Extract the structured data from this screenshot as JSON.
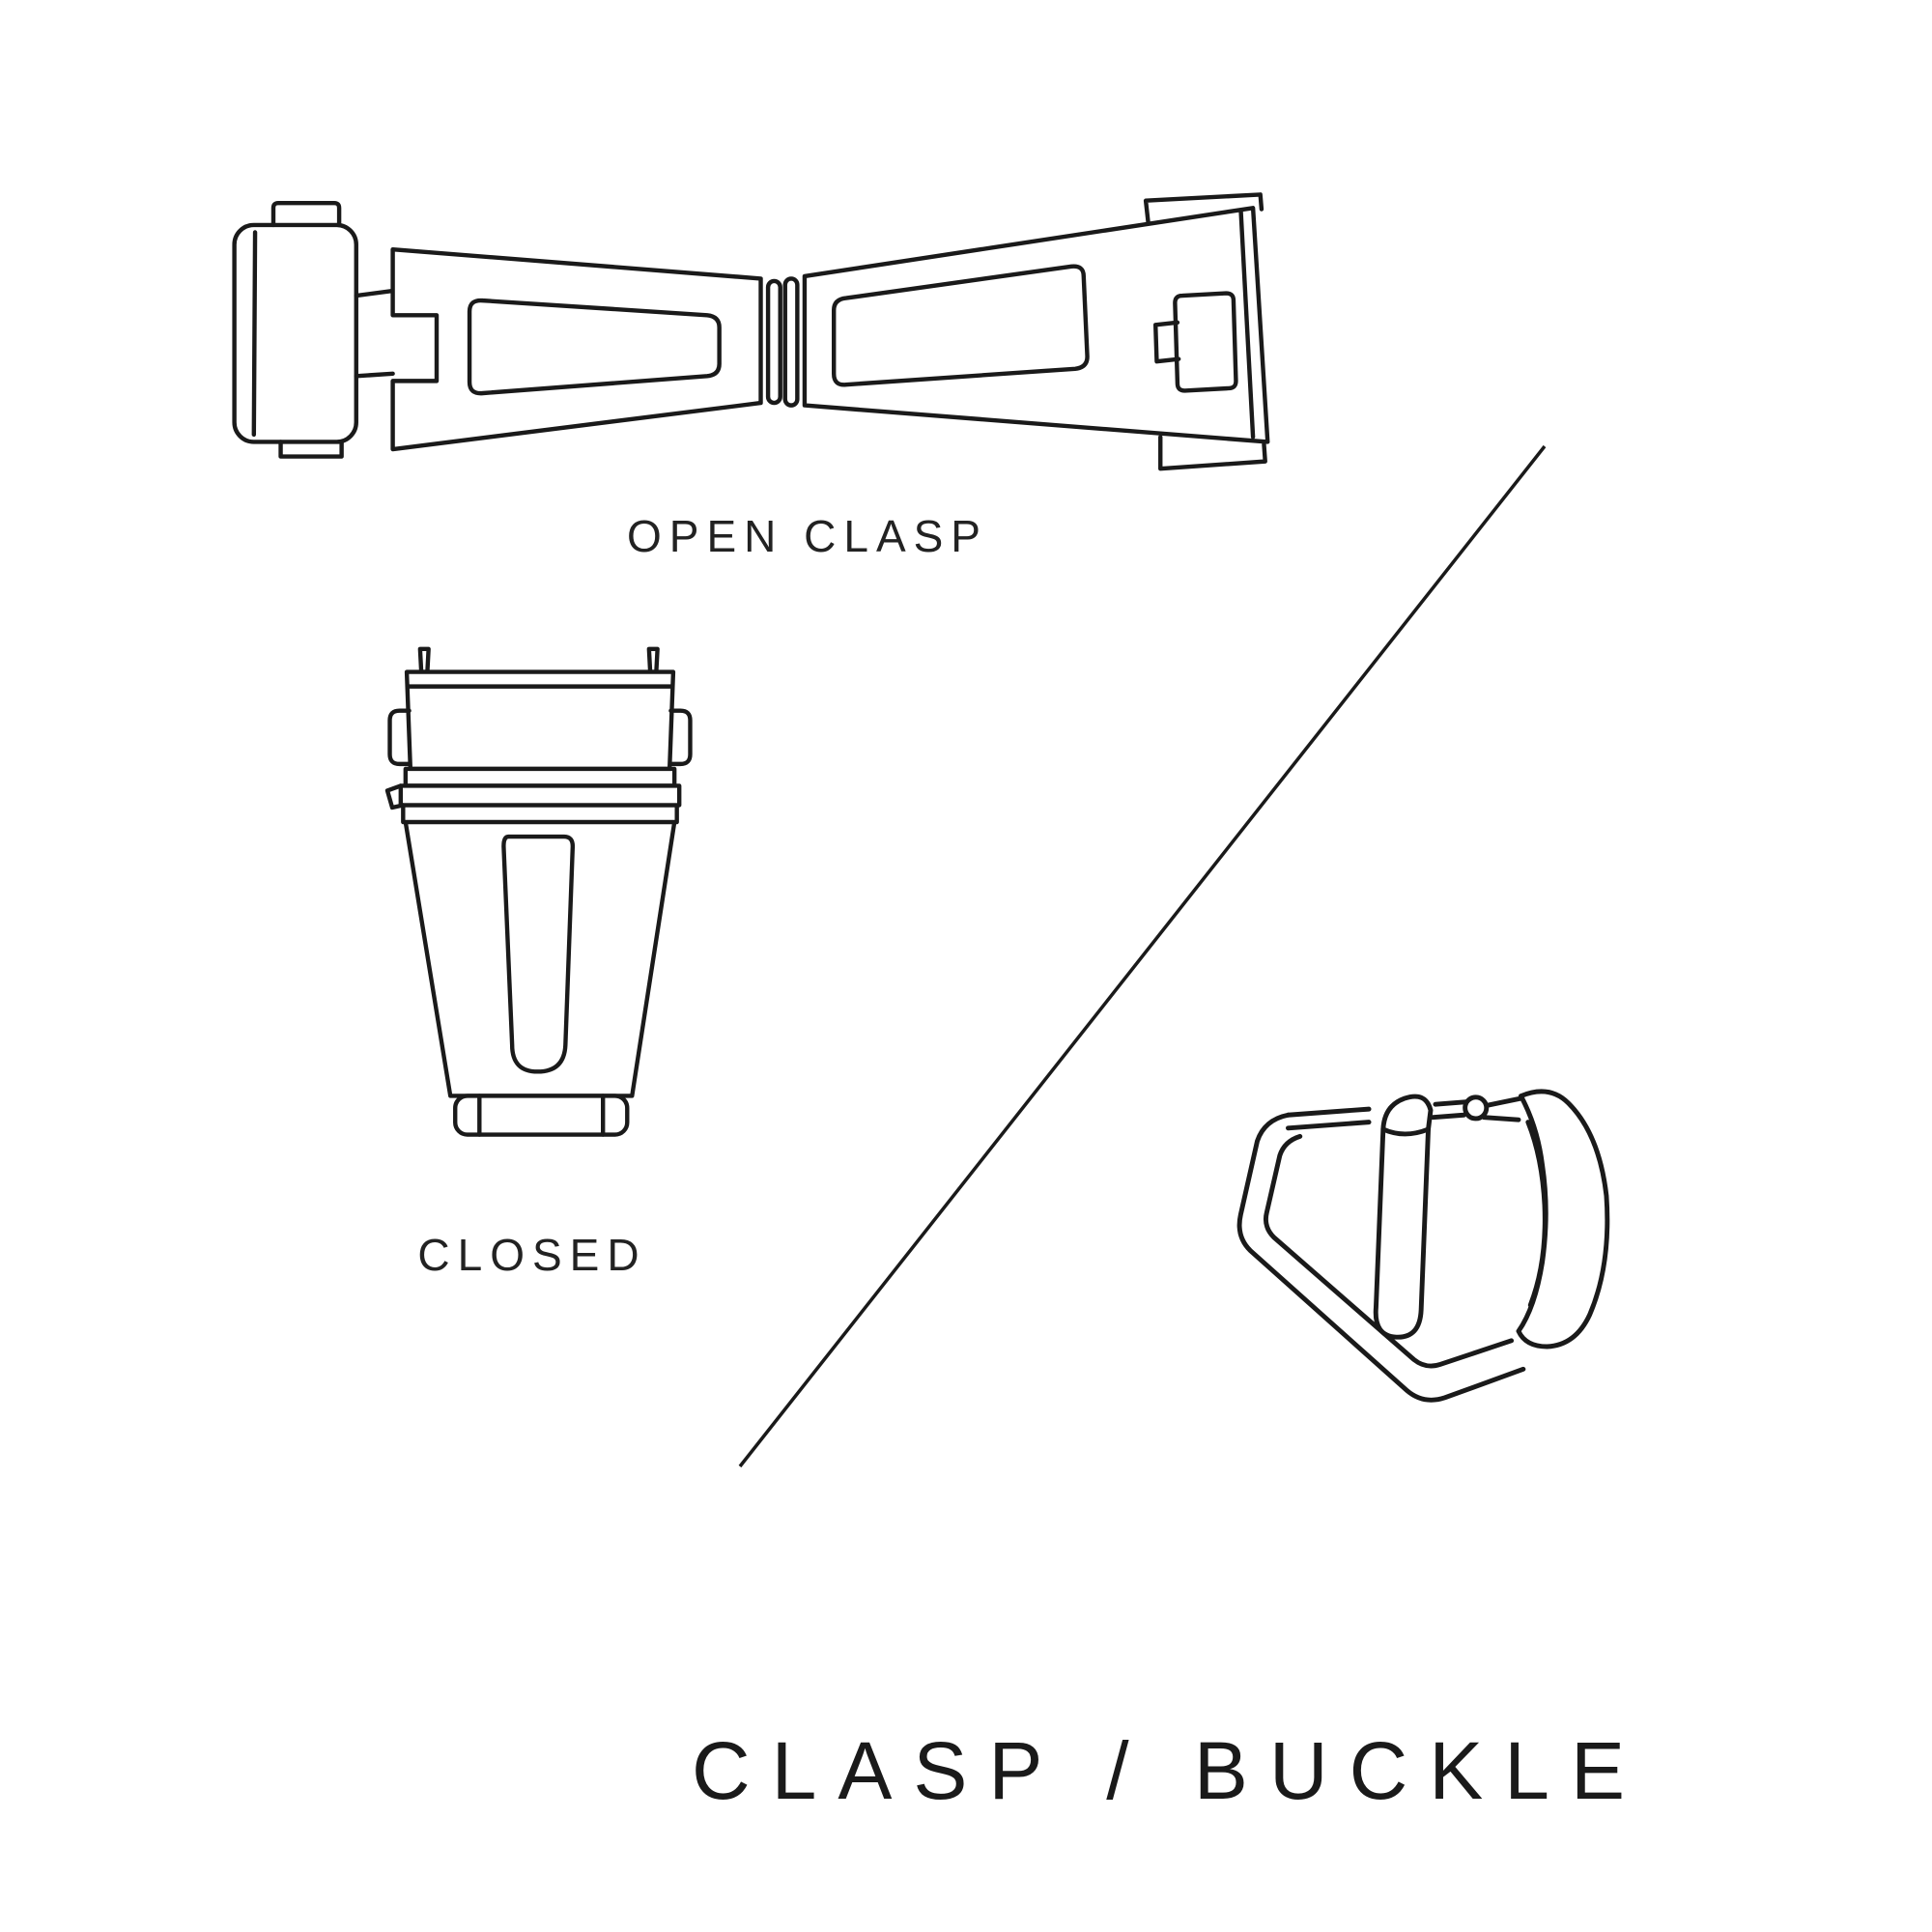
{
  "colors": {
    "background": "#ffffff",
    "ink": "#1a1a1a"
  },
  "title": {
    "text": "CLASP / BUCKLE"
  },
  "labels": {
    "open_clasp": "OPEN CLASP",
    "closed": "CLOSED"
  },
  "icons": {
    "open_clasp_illustration": "open-deployant-clasp-line-drawing",
    "closed_clasp_illustration": "closed-deployant-clasp-line-drawing",
    "buckle_illustration": "tang-buckle-line-drawing",
    "divider": "diagonal-divider-line"
  }
}
